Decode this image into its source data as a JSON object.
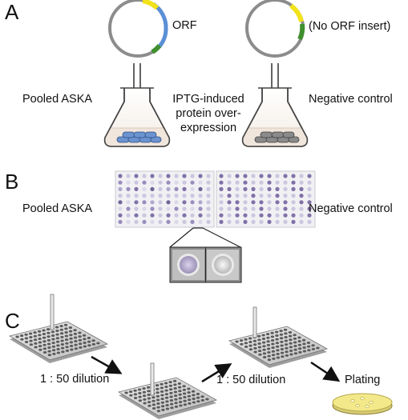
{
  "panelA": {
    "letter": "A",
    "orf_label": "ORF",
    "no_orf_label": "(No ORF insert)",
    "pooled_label": "Pooled ASKA",
    "induction_lines": [
      "IPTG-induced",
      "protein over-",
      "expression"
    ],
    "negative_label": "Negative control"
  },
  "panelB": {
    "letter": "B",
    "pooled_label": "Pooled ASKA",
    "negative_label": "Negative control"
  },
  "panelC": {
    "letter": "C",
    "dilution1": "1 : 50 dilution",
    "dilution2": "1 : 50 dilution",
    "plating_label": "Plating"
  },
  "colors": {
    "plasmid_ring": "#8c8c8c",
    "orf_blue": "#5b8fd6",
    "marker_yellow": "#f2e21a",
    "marker_green": "#3f8f2e",
    "pooled_cells": "#6a93cf",
    "control_cells": "#8a8a8a",
    "plate_agar": "#f3e98a"
  },
  "icons": [
    "plasmid-icon",
    "pipette-icon",
    "flask-icon",
    "well-plate-icon",
    "petri-dish-icon",
    "arrow-icon"
  ]
}
